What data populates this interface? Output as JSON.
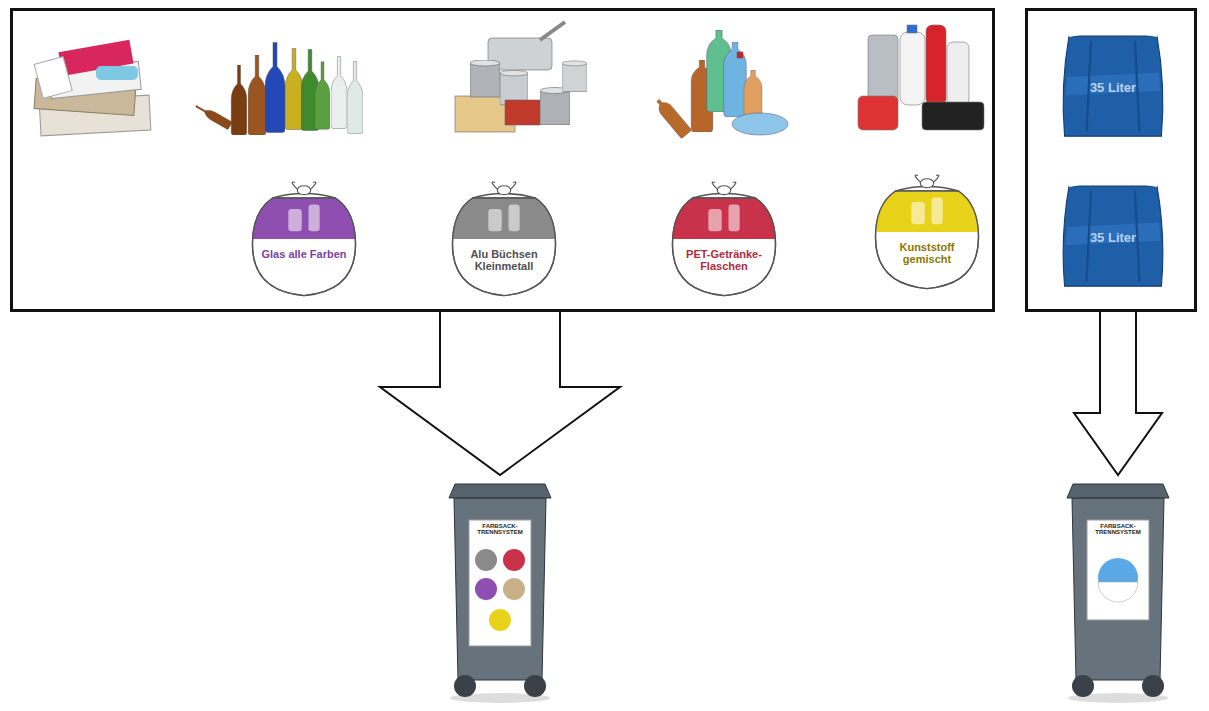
{
  "diagram": {
    "nodes": [
      {
        "text": []
      },
      {
        "text": [
          "Glas alle Farben"
        ],
        "in": 0
      },
      {
        "text": [
          "Alu Büchsen Kleinmetall"
        ],
        "in": 0
      },
      {
        "text": [
          "PET-Getränke-Flaschen"
        ],
        "in": 0
      },
      {
        "text": [
          "Kunststoff gemischt"
        ],
        "in": 0
      },
      {
        "text": []
      },
      {
        "text": [
          "35 Liter"
        ],
        "in": 5
      },
      {
        "text": [
          "35 Liter"
        ],
        "in": 5
      },
      {
        "text": [
          "FARBSACK-TRENNSYSTEM"
        ]
      },
      {
        "text": [
          "FARBSACK-TRENNSYSTEM"
        ]
      }
    ],
    "edges": [
      {
        "from": 0,
        "to": 8,
        "arrow": "to"
      },
      {
        "from": 5,
        "to": 9,
        "arrow": "to"
      }
    ]
  }
}
